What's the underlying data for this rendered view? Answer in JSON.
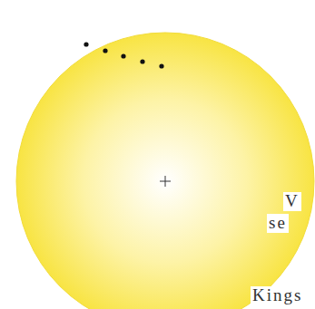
{
  "diagram": {
    "labels": [
      "V",
      "se",
      "Kings"
    ]
  }
}
